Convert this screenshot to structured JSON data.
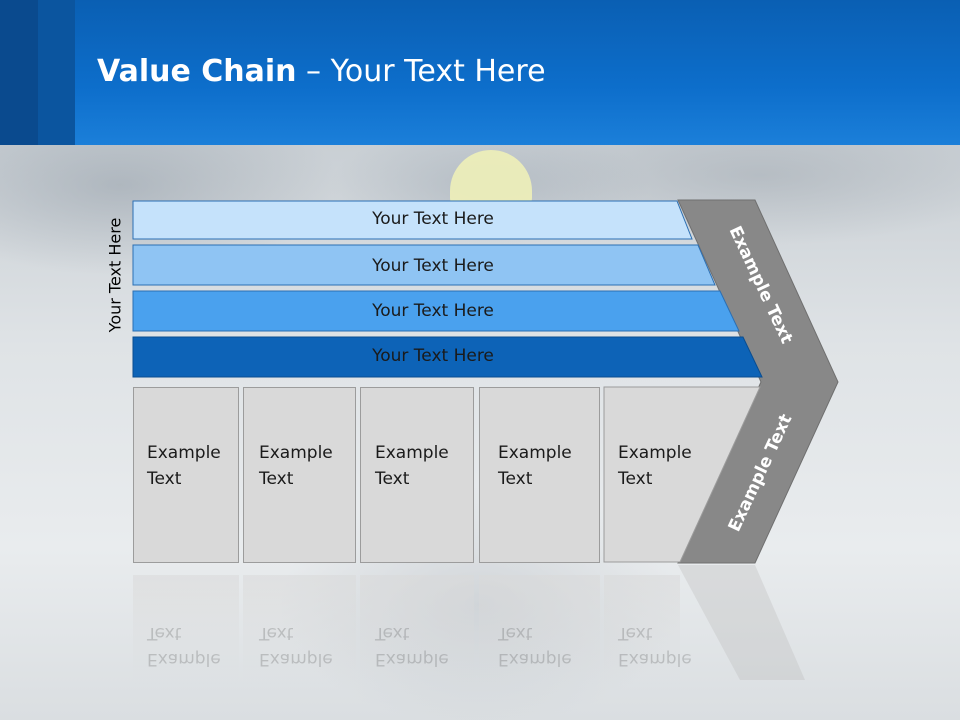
{
  "slide": {
    "title_bold": "Value Chain",
    "title_rest": " – Your Text Here",
    "side_label": "Your Text Here",
    "bands": [
      "Your Text Here",
      "Your Text Here",
      "Your Text Here",
      "Your Text Here"
    ],
    "band_colors": [
      "#c5e2fb",
      "#8fc4f3",
      "#4aa1ee",
      "#0d63b7"
    ],
    "boxes": [
      {
        "line1": "Example",
        "line2": "Text"
      },
      {
        "line1": "Example",
        "line2": "Text"
      },
      {
        "line1": "Example",
        "line2": "Text"
      },
      {
        "line1": "Example",
        "line2": "Text"
      },
      {
        "line1": "Example",
        "line2": "Text"
      }
    ],
    "chevron_upper": "Example Text",
    "chevron_lower": "Example Text",
    "chevron_color": "#888888"
  }
}
